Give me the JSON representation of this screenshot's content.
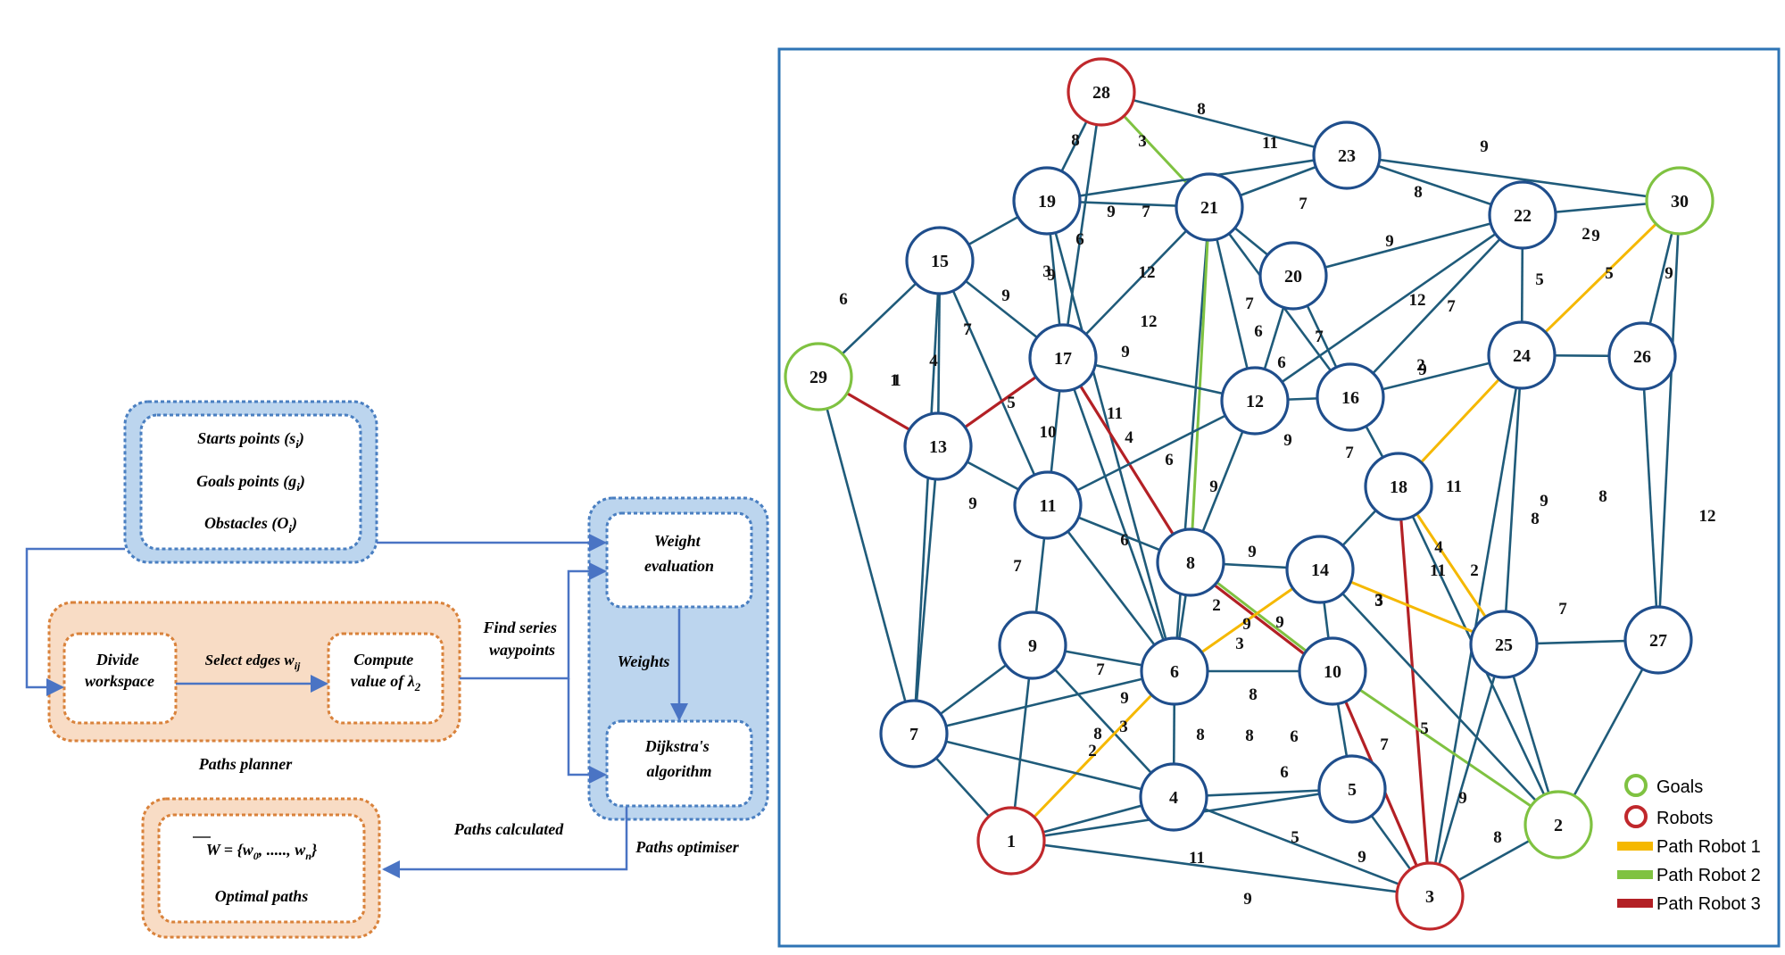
{
  "flowchart": {
    "inputs": {
      "line1": "Starts points (s",
      "line1_sub": "i",
      "line2": "Goals points (g",
      "line2_sub": "i",
      "line3": "Obstacles (O",
      "line3_sub": "i"
    },
    "divide_workspace": [
      "Divide",
      "workspace"
    ],
    "select_edges": "Select edges w",
    "select_edges_sub": "ij",
    "compute_value": [
      "Compute",
      "value of λ"
    ],
    "compute_value_sub": "2",
    "paths_planner": "Paths planner",
    "find_series": [
      "Find series",
      "waypoints"
    ],
    "weight_evaluation": [
      "Weight",
      "evaluation"
    ],
    "weights": "Weights",
    "dijkstra": [
      "Dijkstra's",
      "algorithm"
    ],
    "paths_optimiser": "Paths optimiser",
    "paths_calculated": "Paths calculated",
    "w_set": "= {w",
    "w_set_sub0": "0",
    "w_set_mid": ", ....., w",
    "w_set_subn": "n",
    "w_set_end": "}",
    "w_hat": "W",
    "optimal_paths": "Optimal paths"
  },
  "graph": {
    "nodes": [
      {
        "id": "1",
        "role": "robot"
      },
      {
        "id": "2",
        "role": "goal"
      },
      {
        "id": "3",
        "role": "robot"
      },
      {
        "id": "4",
        "role": "normal"
      },
      {
        "id": "5",
        "role": "normal"
      },
      {
        "id": "6",
        "role": "normal"
      },
      {
        "id": "7",
        "role": "normal"
      },
      {
        "id": "8",
        "role": "normal"
      },
      {
        "id": "9",
        "role": "normal"
      },
      {
        "id": "10",
        "role": "normal"
      },
      {
        "id": "11",
        "role": "normal"
      },
      {
        "id": "12",
        "role": "normal"
      },
      {
        "id": "13",
        "role": "normal"
      },
      {
        "id": "14",
        "role": "normal"
      },
      {
        "id": "15",
        "role": "normal"
      },
      {
        "id": "16",
        "role": "normal"
      },
      {
        "id": "17",
        "role": "normal"
      },
      {
        "id": "18",
        "role": "normal"
      },
      {
        "id": "19",
        "role": "normal"
      },
      {
        "id": "20",
        "role": "normal"
      },
      {
        "id": "21",
        "role": "normal"
      },
      {
        "id": "22",
        "role": "normal"
      },
      {
        "id": "23",
        "role": "normal"
      },
      {
        "id": "24",
        "role": "normal"
      },
      {
        "id": "25",
        "role": "normal"
      },
      {
        "id": "26",
        "role": "normal"
      },
      {
        "id": "27",
        "role": "normal"
      },
      {
        "id": "28",
        "role": "robot"
      },
      {
        "id": "29",
        "role": "goal"
      },
      {
        "id": "30",
        "role": "goal"
      }
    ],
    "edges": [
      [
        "28",
        "23",
        "normal"
      ],
      [
        "28",
        "19",
        "normal"
      ],
      [
        "28",
        "17",
        "normal"
      ],
      [
        "28",
        "21",
        "green"
      ],
      [
        "19",
        "23",
        "normal"
      ],
      [
        "19",
        "21",
        "normal"
      ],
      [
        "19",
        "15",
        "normal"
      ],
      [
        "19",
        "17",
        "normal"
      ],
      [
        "19",
        "6",
        "normal"
      ],
      [
        "23",
        "21",
        "normal"
      ],
      [
        "23",
        "30",
        "normal"
      ],
      [
        "23",
        "22",
        "normal"
      ],
      [
        "21",
        "17",
        "normal"
      ],
      [
        "21",
        "20",
        "normal"
      ],
      [
        "21",
        "12",
        "normal"
      ],
      [
        "21",
        "16",
        "normal"
      ],
      [
        "21",
        "6",
        "normal"
      ],
      [
        "21",
        "8",
        "green"
      ],
      [
        "22",
        "30",
        "normal"
      ],
      [
        "22",
        "20",
        "normal"
      ],
      [
        "22",
        "16",
        "normal"
      ],
      [
        "22",
        "12",
        "normal"
      ],
      [
        "22",
        "24",
        "normal"
      ],
      [
        "30",
        "24",
        "yellow"
      ],
      [
        "30",
        "26",
        "normal"
      ],
      [
        "30",
        "27",
        "normal"
      ],
      [
        "15",
        "29",
        "normal"
      ],
      [
        "15",
        "13",
        "normal"
      ],
      [
        "15",
        "7",
        "normal"
      ],
      [
        "15",
        "17",
        "normal"
      ],
      [
        "15",
        "11",
        "normal"
      ],
      [
        "29",
        "13",
        "red"
      ],
      [
        "29",
        "7",
        "normal"
      ],
      [
        "13",
        "17",
        "red"
      ],
      [
        "13",
        "11",
        "normal"
      ],
      [
        "13",
        "7",
        "normal"
      ],
      [
        "17",
        "11",
        "normal"
      ],
      [
        "17",
        "12",
        "normal"
      ],
      [
        "17",
        "8",
        "red"
      ],
      [
        "17",
        "6",
        "normal"
      ],
      [
        "20",
        "12",
        "normal"
      ],
      [
        "20",
        "16",
        "normal"
      ],
      [
        "12",
        "16",
        "normal"
      ],
      [
        "12",
        "11",
        "normal"
      ],
      [
        "12",
        "8",
        "normal"
      ],
      [
        "16",
        "24",
        "normal"
      ],
      [
        "16",
        "18",
        "normal"
      ],
      [
        "24",
        "26",
        "normal"
      ],
      [
        "24",
        "18",
        "yellow"
      ],
      [
        "24",
        "25",
        "normal"
      ],
      [
        "24",
        "3",
        "normal"
      ],
      [
        "26",
        "27",
        "normal"
      ],
      [
        "11",
        "8",
        "normal"
      ],
      [
        "11",
        "9",
        "normal"
      ],
      [
        "11",
        "6",
        "normal"
      ],
      [
        "8",
        "14",
        "normal"
      ],
      [
        "8",
        "10",
        "green"
      ],
      [
        "8",
        "10",
        "red"
      ],
      [
        "8",
        "6",
        "normal"
      ],
      [
        "18",
        "14",
        "normal"
      ],
      [
        "18",
        "3",
        "red"
      ],
      [
        "18",
        "25",
        "yellow"
      ],
      [
        "18",
        "2",
        "normal"
      ],
      [
        "14",
        "6",
        "yellow"
      ],
      [
        "14",
        "10",
        "normal"
      ],
      [
        "14",
        "25",
        "yellow"
      ],
      [
        "14",
        "2",
        "normal"
      ],
      [
        "9",
        "6",
        "normal"
      ],
      [
        "9",
        "7",
        "normal"
      ],
      [
        "9",
        "1",
        "normal"
      ],
      [
        "9",
        "4",
        "normal"
      ],
      [
        "6",
        "10",
        "normal"
      ],
      [
        "6",
        "7",
        "normal"
      ],
      [
        "6",
        "1",
        "yellow"
      ],
      [
        "6",
        "4",
        "normal"
      ],
      [
        "10",
        "5",
        "normal"
      ],
      [
        "10",
        "3",
        "red"
      ],
      [
        "10",
        "2",
        "green"
      ],
      [
        "25",
        "27",
        "normal"
      ],
      [
        "25",
        "3",
        "normal"
      ],
      [
        "25",
        "2",
        "normal"
      ],
      [
        "27",
        "2",
        "normal"
      ],
      [
        "7",
        "4",
        "normal"
      ],
      [
        "7",
        "1",
        "normal"
      ],
      [
        "4",
        "5",
        "normal"
      ],
      [
        "4",
        "1",
        "normal"
      ],
      [
        "4",
        "3",
        "normal"
      ],
      [
        "5",
        "1",
        "normal"
      ],
      [
        "5",
        "3",
        "normal"
      ],
      [
        "1",
        "3",
        "normal"
      ],
      [
        "2",
        "3",
        "normal"
      ]
    ],
    "weight_labels": [
      "8",
      "3",
      "11",
      "9",
      "8",
      "9",
      "7",
      "7",
      "8",
      "9",
      "6",
      "9",
      "12",
      "9",
      "5",
      "2",
      "5",
      "9",
      "6",
      "1",
      "4",
      "7",
      "9",
      "3",
      "12",
      "9",
      "7",
      "6",
      "6",
      "7",
      "12",
      "7",
      "2",
      "9",
      "5",
      "11",
      "4",
      "9",
      "10",
      "6",
      "9",
      "7",
      "11",
      "8",
      "12",
      "4",
      "8",
      "9",
      "5",
      "9",
      "7",
      "6",
      "9",
      "9",
      "2",
      "3",
      "9",
      "3",
      "11",
      "2",
      "7",
      "3",
      "8",
      "7",
      "9",
      "8",
      "3",
      "8",
      "6",
      "8",
      "6",
      "7",
      "4",
      "5",
      "11",
      "5",
      "9",
      "9",
      "8",
      "9",
      "2",
      "1"
    ],
    "legend": {
      "goals": "Goals",
      "robots": "Robots",
      "path1": "Path Robot 1",
      "path2": "Path Robot 2",
      "path3": "Path Robot 3"
    }
  },
  "colors": {
    "node_stroke": "#1f4e8c",
    "edge": "#1f5b7a",
    "goal": "#7fc241",
    "robot": "#c0282c",
    "path1": "#f5b800",
    "path2": "#7fc241",
    "path3": "#b32025",
    "box_blue_fill": "#bcd5ee",
    "box_blue_border": "#4a7fc1",
    "box_orange_fill": "#f8dcc5",
    "box_orange_border": "#d9823b",
    "panel_border": "#2e74b5",
    "arrow": "#4a74c4"
  }
}
